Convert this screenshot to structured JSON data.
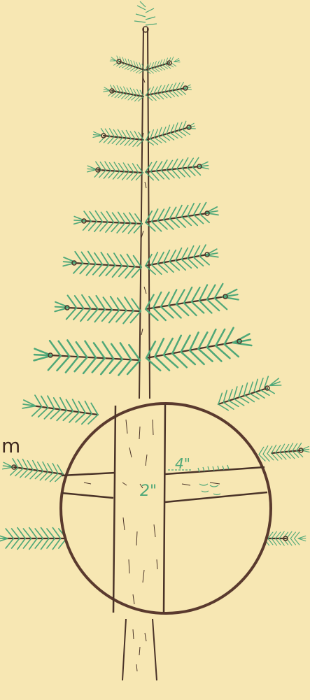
{
  "figure": {
    "label_m": "m",
    "label_4in": "4\"",
    "label_2in": "2\""
  },
  "colors": {
    "background": "#f7e7b3",
    "needles": "#4fa878",
    "trunk": "#4a3328",
    "circle": "#5a3a2e",
    "text": "#3f2a20"
  }
}
